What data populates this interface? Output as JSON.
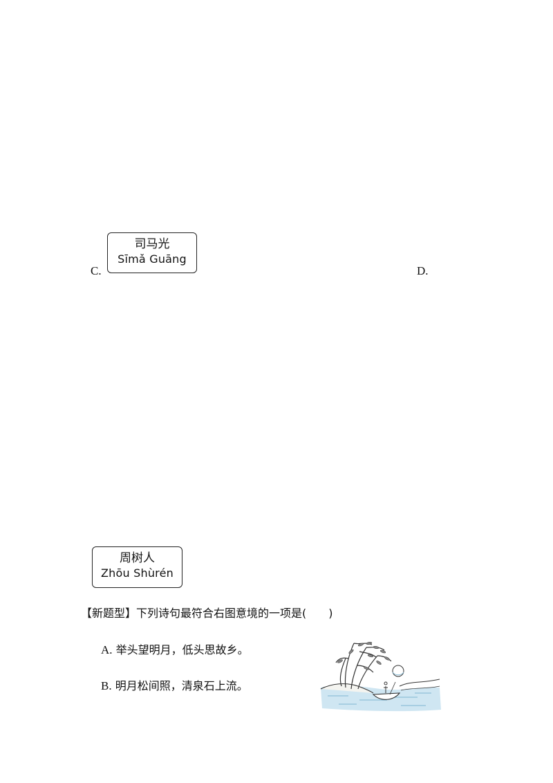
{
  "options_upper": {
    "c_label": "C.",
    "c_card": {
      "hanzi": "司马光",
      "pinyin": "Sīmǎ Guāng"
    },
    "d_label": "D.",
    "extra_card": {
      "hanzi": "周树人",
      "pinyin": "Zhōu Shùrén"
    }
  },
  "question": {
    "tag": "【新题型】",
    "text": "下列诗句最符合右图意境的一项是(　　)"
  },
  "answers": [
    {
      "label": "A.",
      "text": "举头望明月，低头思故乡。"
    },
    {
      "label": "B.",
      "text": "明月松间照，清泉石上流。"
    }
  ],
  "colors": {
    "water": "#cfe6f2",
    "ink": "#333333"
  }
}
